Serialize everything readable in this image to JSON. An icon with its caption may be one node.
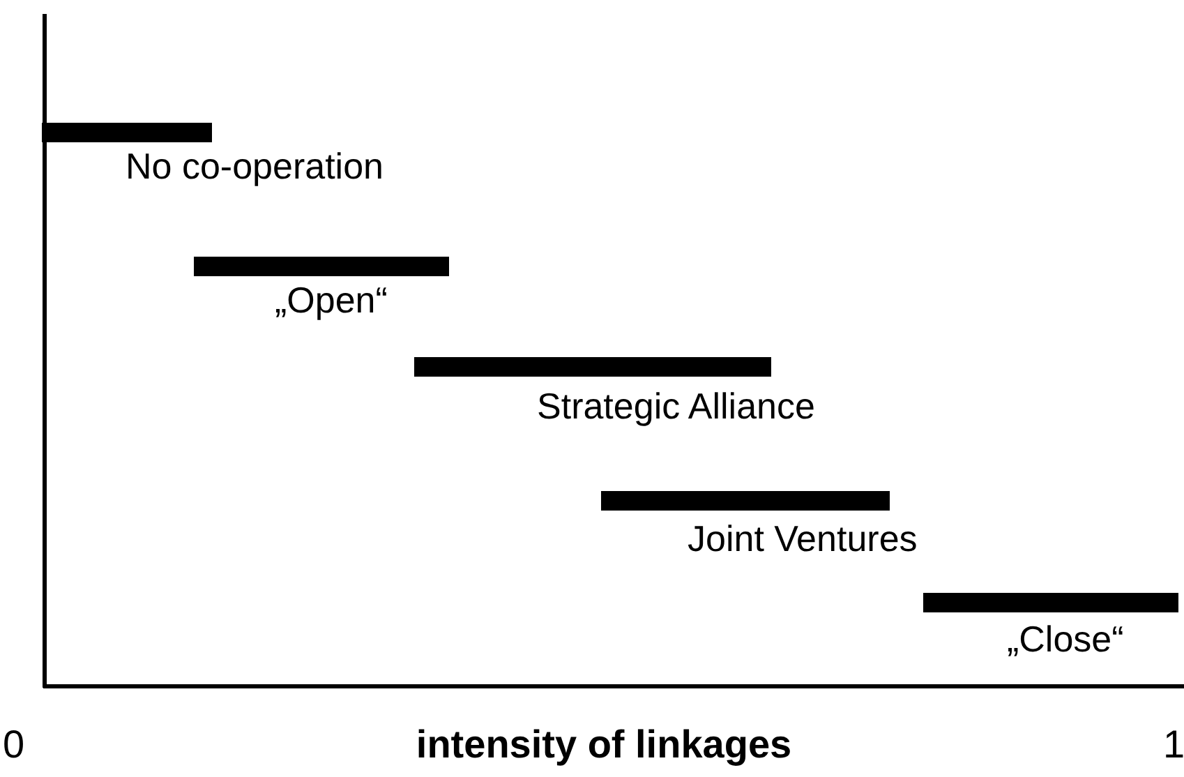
{
  "diagram": {
    "nodes": [
      {
        "text": [
          "No co-operation"
        ]
      },
      {
        "text": [
          "„Open“"
        ]
      },
      {
        "text": [
          "Strategic Alliance"
        ]
      },
      {
        "text": [
          "Joint Ventures"
        ]
      },
      {
        "text": [
          "„Close“"
        ]
      }
    ],
    "labels": [
      "0",
      "intensity of linkages",
      "1"
    ]
  }
}
